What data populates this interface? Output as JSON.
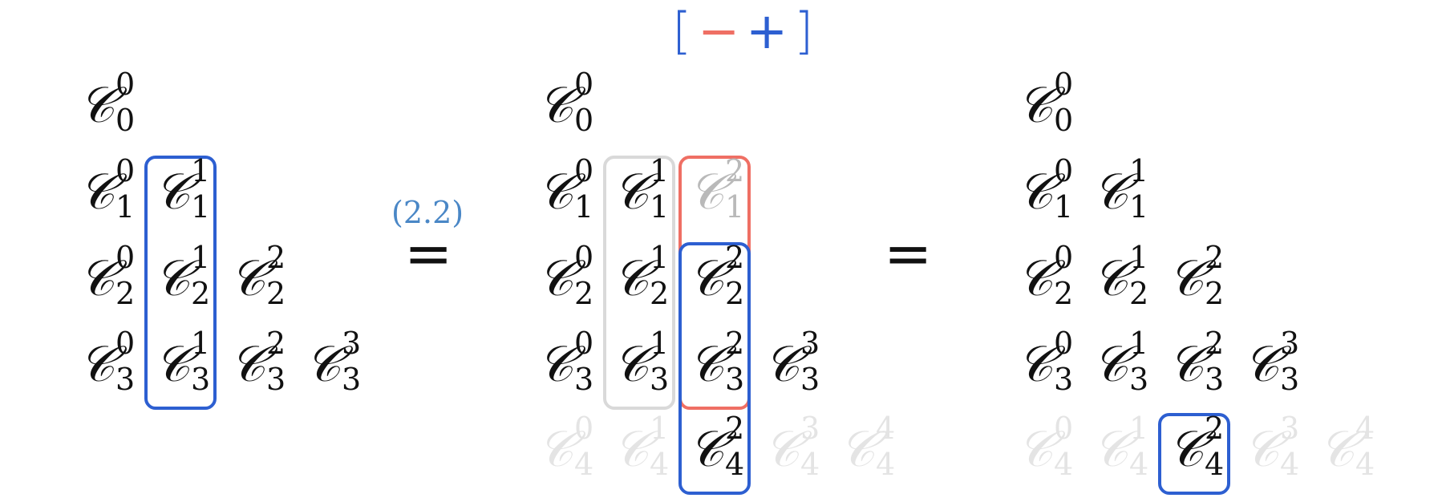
{
  "colors": {
    "blue": "#2d5fd1",
    "red": "#ef6f64",
    "gray": "#d9d9d9",
    "label_blue": "#4a87c6"
  },
  "legend": {
    "open": "[",
    "minus": "−",
    "plus": "+",
    "close": "]"
  },
  "equals_sign": "=",
  "equation_ref": "(2.2)",
  "symbol": "𝒞",
  "panels": [
    {
      "name": "left",
      "terms": [
        {
          "n": 0,
          "k": 0,
          "style": "normal"
        },
        {
          "n": 1,
          "k": 0,
          "style": "normal"
        },
        {
          "n": 1,
          "k": 1,
          "style": "normal"
        },
        {
          "n": 2,
          "k": 0,
          "style": "normal"
        },
        {
          "n": 2,
          "k": 1,
          "style": "normal"
        },
        {
          "n": 2,
          "k": 2,
          "style": "normal"
        },
        {
          "n": 3,
          "k": 0,
          "style": "normal"
        },
        {
          "n": 3,
          "k": 1,
          "style": "normal"
        },
        {
          "n": 3,
          "k": 2,
          "style": "normal"
        },
        {
          "n": 3,
          "k": 3,
          "style": "normal"
        }
      ],
      "boxes": [
        {
          "color": "blue",
          "col": 1,
          "row_from": 1,
          "row_to": 3
        }
      ]
    },
    {
      "name": "middle",
      "terms": [
        {
          "n": 0,
          "k": 0,
          "style": "normal"
        },
        {
          "n": 1,
          "k": 0,
          "style": "normal"
        },
        {
          "n": 1,
          "k": 1,
          "style": "normal"
        },
        {
          "n": 1,
          "k": 2,
          "style": "gray"
        },
        {
          "n": 2,
          "k": 0,
          "style": "normal"
        },
        {
          "n": 2,
          "k": 1,
          "style": "normal"
        },
        {
          "n": 2,
          "k": 2,
          "style": "normal"
        },
        {
          "n": 3,
          "k": 0,
          "style": "normal"
        },
        {
          "n": 3,
          "k": 1,
          "style": "normal"
        },
        {
          "n": 3,
          "k": 2,
          "style": "normal"
        },
        {
          "n": 3,
          "k": 3,
          "style": "normal"
        },
        {
          "n": 4,
          "k": 0,
          "style": "faint"
        },
        {
          "n": 4,
          "k": 1,
          "style": "faint"
        },
        {
          "n": 4,
          "k": 2,
          "style": "normal"
        },
        {
          "n": 4,
          "k": 3,
          "style": "faint"
        },
        {
          "n": 4,
          "k": 4,
          "style": "faint"
        }
      ],
      "boxes": [
        {
          "color": "gray",
          "col": 1,
          "row_from": 1,
          "row_to": 3
        },
        {
          "color": "red",
          "col": 2,
          "row_from": 1,
          "row_to": 3
        },
        {
          "color": "blue",
          "col": 2,
          "row_from": 2,
          "row_to": 4
        }
      ]
    },
    {
      "name": "right",
      "terms": [
        {
          "n": 0,
          "k": 0,
          "style": "normal"
        },
        {
          "n": 1,
          "k": 0,
          "style": "normal"
        },
        {
          "n": 1,
          "k": 1,
          "style": "normal"
        },
        {
          "n": 2,
          "k": 0,
          "style": "normal"
        },
        {
          "n": 2,
          "k": 1,
          "style": "normal"
        },
        {
          "n": 2,
          "k": 2,
          "style": "normal"
        },
        {
          "n": 3,
          "k": 0,
          "style": "normal"
        },
        {
          "n": 3,
          "k": 1,
          "style": "normal"
        },
        {
          "n": 3,
          "k": 2,
          "style": "normal"
        },
        {
          "n": 3,
          "k": 3,
          "style": "normal"
        },
        {
          "n": 4,
          "k": 0,
          "style": "faint"
        },
        {
          "n": 4,
          "k": 1,
          "style": "faint"
        },
        {
          "n": 4,
          "k": 2,
          "style": "normal"
        },
        {
          "n": 4,
          "k": 3,
          "style": "faint"
        },
        {
          "n": 4,
          "k": 4,
          "style": "faint"
        }
      ],
      "boxes": [
        {
          "color": "blue",
          "col": 2,
          "row_from": 4,
          "row_to": 4
        }
      ]
    }
  ]
}
